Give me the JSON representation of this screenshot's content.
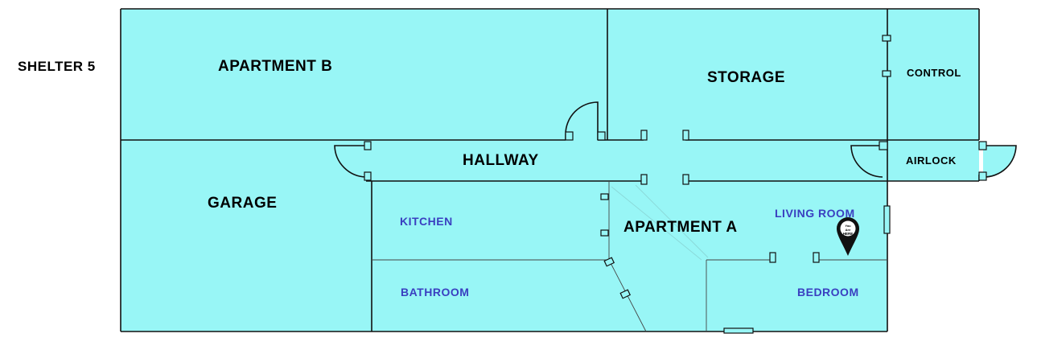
{
  "map_title": "SHELTER 5",
  "rooms": {
    "apartment_b": "APARTMENT B",
    "storage": "STORAGE",
    "control": "CONTROL",
    "hallway": "HALLWAY",
    "airlock": "AIRLOCK",
    "garage": "GARAGE",
    "apartment_a": "APARTMENT A",
    "kitchen": "KITCHEN",
    "living_room": "LIVING ROOM",
    "bathroom": "BATHROOM",
    "bedroom": "BEDROOM"
  },
  "marker": {
    "icon": "map-pin-icon",
    "text": [
      "You",
      "Are",
      "HERE"
    ]
  },
  "colors": {
    "floor": "#98f6f6",
    "wall": "#111111",
    "room_label": "#000000",
    "sub_room_label": "#3a3fc0"
  }
}
